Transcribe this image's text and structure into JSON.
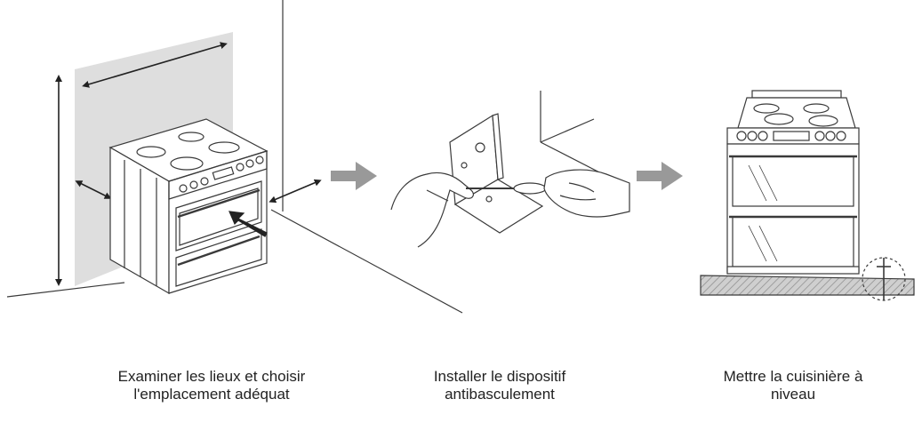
{
  "steps": [
    {
      "caption_line1": "Examiner les lieux et choisir",
      "caption_line2": "l'emplacement adéquat"
    },
    {
      "caption_line1": "Installer le dispositif",
      "caption_line2": "antibasculement"
    },
    {
      "caption_line1": "Mettre la cuisinière à",
      "caption_line2": "niveau"
    }
  ],
  "colors": {
    "line": "#3a3a3a",
    "wall_shade": "#dedede",
    "step_arrow": "#999999",
    "floor_hatch": "#b5b5b5",
    "fill": "#ffffff"
  }
}
